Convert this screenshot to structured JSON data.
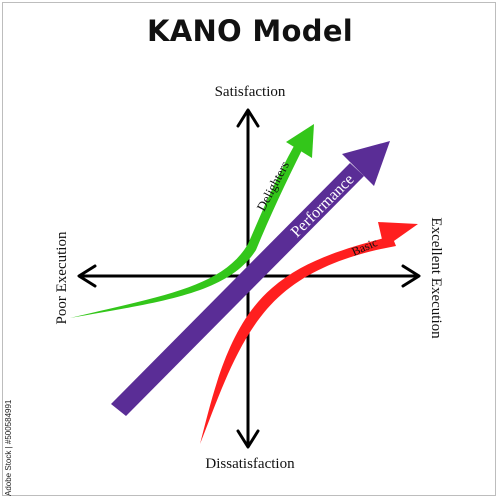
{
  "title": "KANO Model",
  "axes": {
    "y_top": "Satisfaction",
    "y_bottom": "Dissatisfaction",
    "x_left": "Poor Execution",
    "x_right": "Excellent Execution"
  },
  "curves": [
    {
      "label": "Delighters",
      "color": "#33c61a"
    },
    {
      "label": "Performance",
      "color": "#5a2d96"
    },
    {
      "label": "Basic",
      "color": "#ff1f1f"
    }
  ],
  "stock_id": "Adobe Stock | #500584991"
}
